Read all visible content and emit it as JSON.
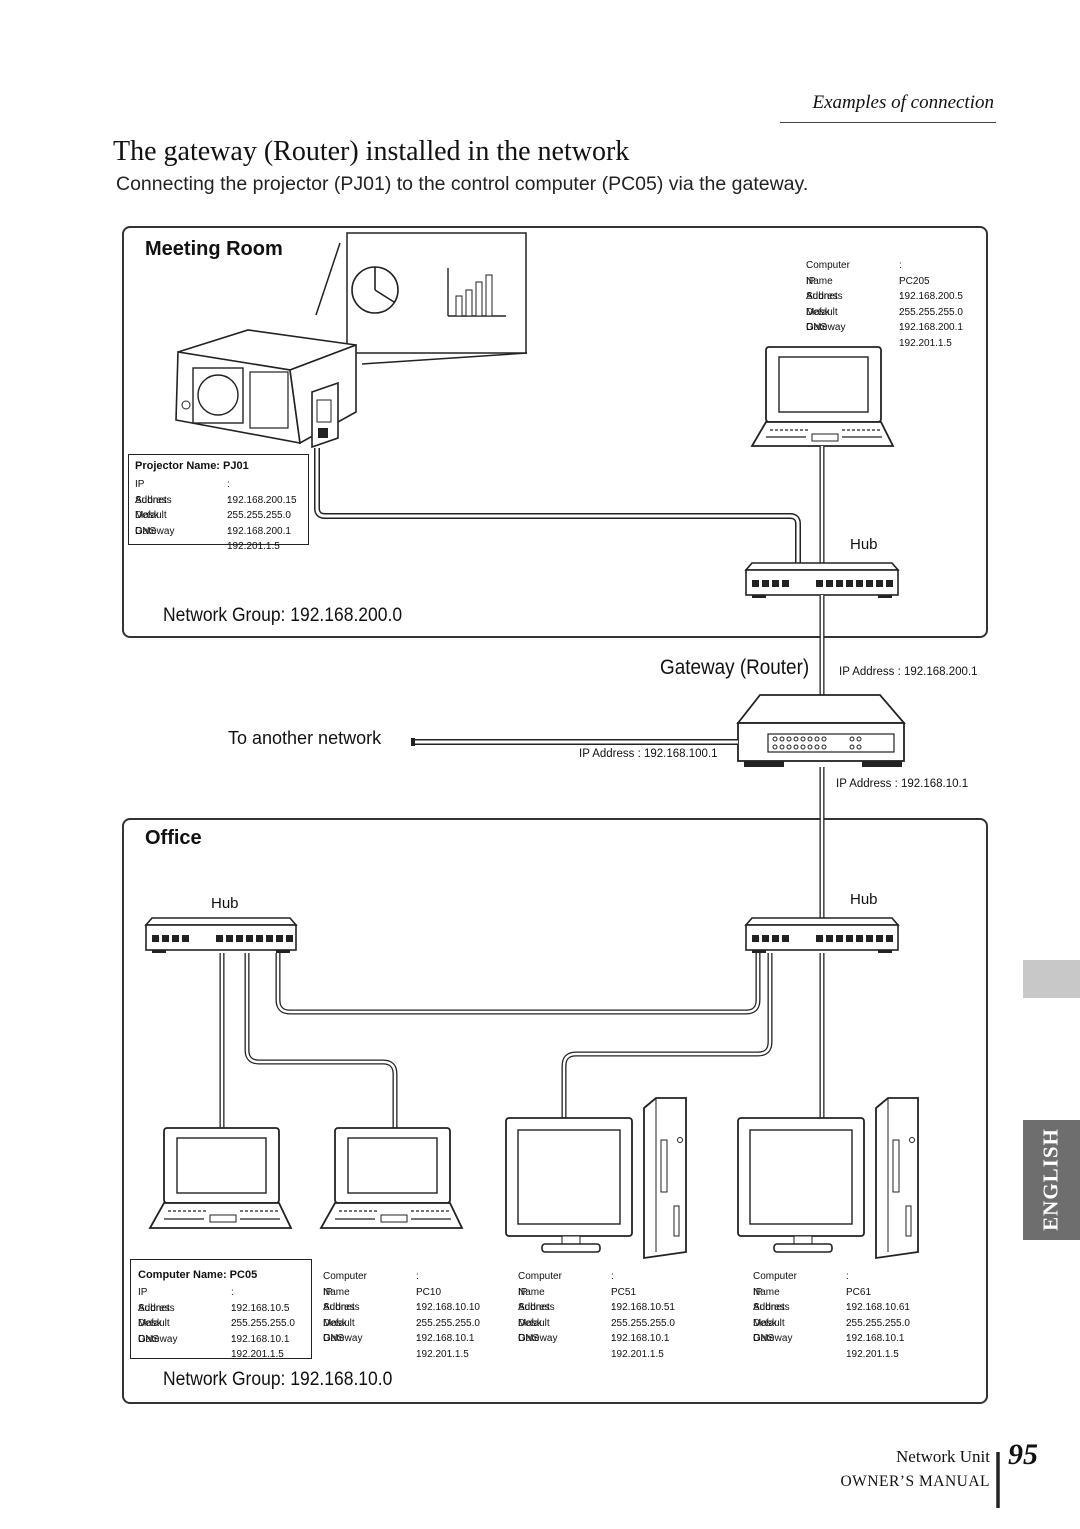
{
  "header": {
    "section": "Examples of connection",
    "title": "The gateway (Router) installed in the network",
    "subtitle": "Connecting the projector (PJ01) to the control computer (PC05) via the gateway."
  },
  "meeting_room": {
    "label": "Meeting Room",
    "projector": {
      "heading": "Projector Name: PJ01",
      "rows": [
        {
          "k": "IP Address",
          "v": ": 192.168.200.15"
        },
        {
          "k": "Subnet Mask",
          "v": ": 255.255.255.0"
        },
        {
          "k": "Default Gateway",
          "v": ": 192.168.200.1"
        },
        {
          "k": "DNS",
          "v": ": 192.201.1.5"
        }
      ]
    },
    "pc205": {
      "rows": [
        {
          "k": "Computer Name",
          "v": ": PC205"
        },
        {
          "k": "IP Address",
          "v": ": 192.168.200.5"
        },
        {
          "k": "Subnet Mask",
          "v": ": 255.255.255.0"
        },
        {
          "k": "Default Gateway",
          "v": ": 192.168.200.1"
        },
        {
          "k": "DNS",
          "v": ": 192.201.1.5"
        }
      ]
    },
    "hub_label": "Hub",
    "network_group": "Network Group: 192.168.200.0"
  },
  "gateway": {
    "label": "Gateway (Router)",
    "ip_top": "IP Address : 192.168.200.1",
    "ip_left": "IP Address : 192.168.100.1",
    "ip_bottom": "IP Address : 192.168.10.1",
    "another_network": "To another network"
  },
  "office": {
    "label": "Office",
    "hub_left": "Hub",
    "hub_right": "Hub",
    "pc05": {
      "heading": "Computer Name: PC05",
      "rows": [
        {
          "k": "IP Address",
          "v": ": 192.168.10.5"
        },
        {
          "k": "Subnet Mask",
          "v": ": 255.255.255.0"
        },
        {
          "k": "Default Gateway",
          "v": ": 192.168.10.1"
        },
        {
          "k": "DNS",
          "v": ": 192.201.1.5"
        }
      ]
    },
    "pc10": {
      "rows": [
        {
          "k": "Computer Name",
          "v": ": PC10"
        },
        {
          "k": "IP Address",
          "v": ": 192.168.10.10"
        },
        {
          "k": "Subnet Mask",
          "v": ": 255.255.255.0"
        },
        {
          "k": "Default Gateway",
          "v": ": 192.168.10.1"
        },
        {
          "k": "DNS",
          "v": ": 192.201.1.5"
        }
      ]
    },
    "pc51": {
      "rows": [
        {
          "k": "Computer Name",
          "v": ": PC51"
        },
        {
          "k": "IP Address",
          "v": ": 192.168.10.51"
        },
        {
          "k": "Subnet Mask",
          "v": ": 255.255.255.0"
        },
        {
          "k": "Default Gateway",
          "v": ": 192.168.10.1"
        },
        {
          "k": "DNS",
          "v": ": 192.201.1.5"
        }
      ]
    },
    "pc61": {
      "rows": [
        {
          "k": "Computer Name",
          "v": ": PC61"
        },
        {
          "k": "IP Address",
          "v": ": 192.168.10.61"
        },
        {
          "k": "Subnet Mask",
          "v": ": 255.255.255.0"
        },
        {
          "k": "Default Gateway",
          "v": ": 192.168.10.1"
        },
        {
          "k": "DNS",
          "v": ": 192.201.1.5"
        }
      ]
    },
    "network_group": "Network Group: 192.168.10.0"
  },
  "side_tab": "ENGLISH",
  "footer": {
    "unit": "Network Unit",
    "manual": "OWNER’S MANUAL",
    "page": "95"
  }
}
